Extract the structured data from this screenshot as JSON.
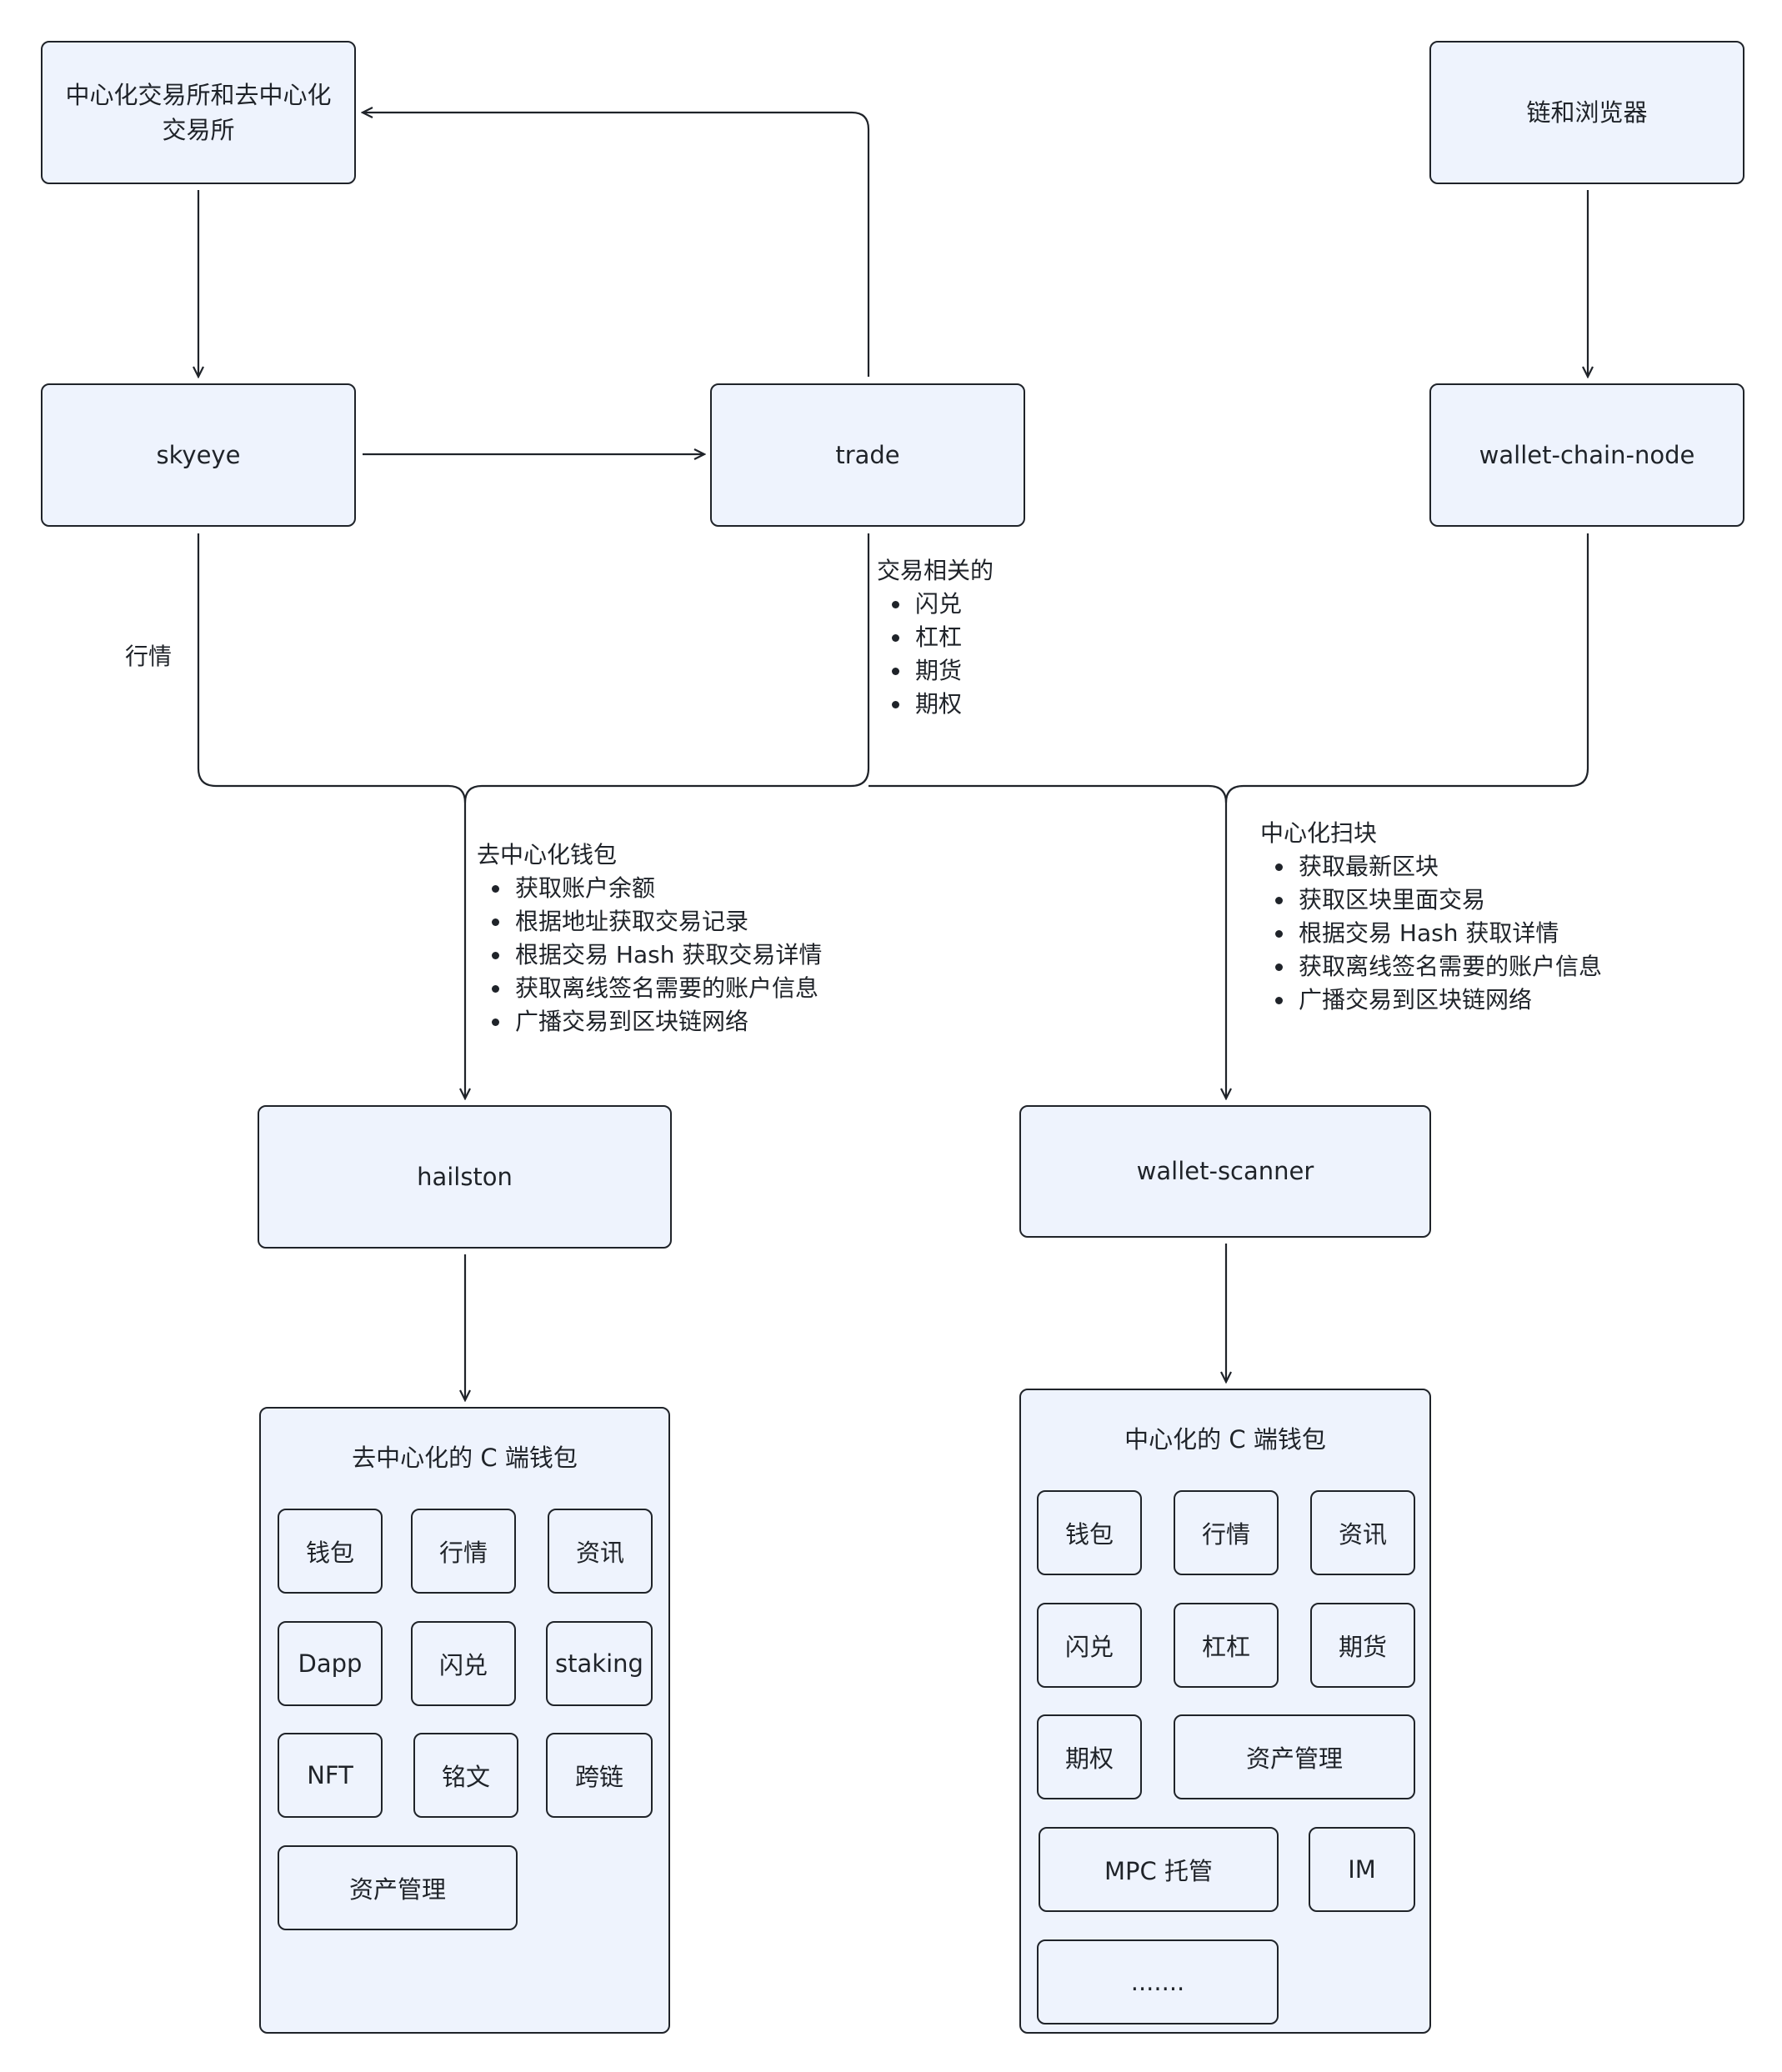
{
  "nodes": {
    "exchanges": "中心化交易所和去中心化交易所",
    "chain_browser": "链和浏览器",
    "skyeye": "skyeye",
    "trade": "trade",
    "wallet_chain_node": "wallet-chain-node",
    "hailston": "hailston",
    "wallet_scanner": "wallet-scanner"
  },
  "edge_labels": {
    "market": "行情",
    "trade_related": {
      "title": "交易相关的",
      "items": [
        "闪兑",
        "杠杠",
        "期货",
        "期权"
      ]
    },
    "decentralized_wallet": {
      "title": "去中心化钱包",
      "items": [
        "获取账户余额",
        "根据地址获取交易记录",
        "根据交易 Hash 获取交易详情",
        "获取离线签名需要的账户信息",
        "广播交易到区块链网络"
      ]
    },
    "centralized_scan": {
      "title": "中心化扫块",
      "items": [
        "获取最新区块",
        "获取区块里面交易",
        "根据交易 Hash 获取详情",
        "获取离线签名需要的账户信息",
        "广播交易到区块链网络"
      ]
    }
  },
  "decentralized_app": {
    "title": "去中心化的 C 端钱包",
    "modules": [
      "钱包",
      "行情",
      "资讯",
      "Dapp",
      "闪兑",
      "staking",
      "NFT",
      "铭文",
      "跨链",
      "资产管理"
    ]
  },
  "centralized_app": {
    "title": "中心化的 C 端钱包",
    "modules": [
      "钱包",
      "行情",
      "资讯",
      "闪兑",
      "杠杠",
      "期货",
      "期权",
      "资产管理",
      "MPC 托管",
      "IM",
      "......."
    ]
  }
}
